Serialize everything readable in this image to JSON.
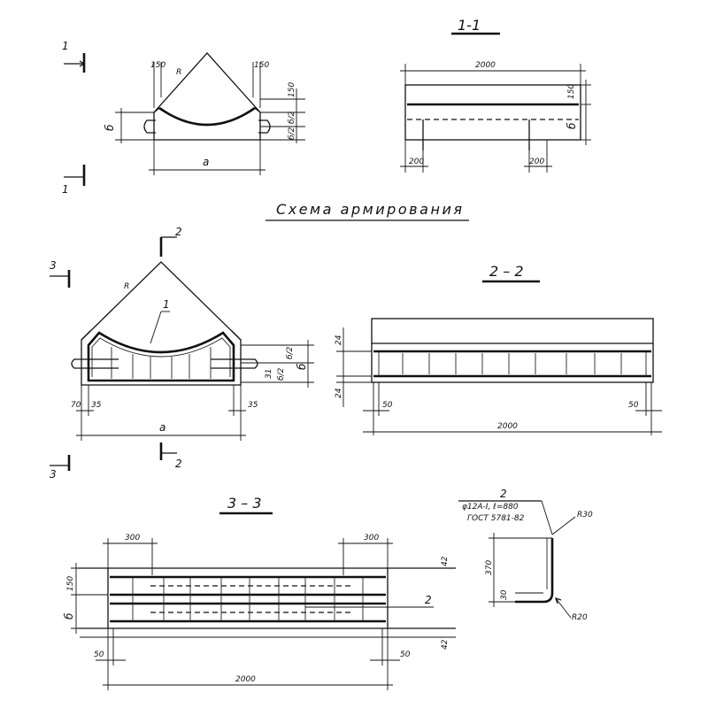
{
  "title": "Схема армирования",
  "panel_top_left": {
    "cut_label": "1",
    "dims": {
      "left_offset": "150",
      "right_offset": "150",
      "right_height": "150",
      "half_b_upper": "б/2",
      "half_b_lower": "б/2",
      "b": "б",
      "a": "а",
      "r": "R"
    }
  },
  "section_1_1": {
    "title": "1-1",
    "dims": {
      "length": "2000",
      "top": "150",
      "b": "б",
      "foot_left": "200",
      "foot_right": "200"
    }
  },
  "panel_mid_left": {
    "cut_2": "2",
    "cut_3": "3",
    "callout": "1",
    "dims": {
      "r": "R",
      "half_b_upper": "б/2",
      "half_b_lower": "б/2",
      "b": "б",
      "left_a": "70",
      "left_b": "35",
      "right_a": "35",
      "a": "а",
      "small": "31"
    }
  },
  "section_2_2": {
    "title": "2 – 2",
    "dims": {
      "top": "24",
      "bottom": "24",
      "left": "50",
      "right": "50",
      "length": "2000"
    }
  },
  "section_3_3": {
    "title": "3 – 3",
    "callout": "2",
    "dims": {
      "left_top": "300",
      "right_top": "300",
      "left_h": "150",
      "b": "б",
      "right_top_h": "42",
      "right_bottom_h": "42",
      "left_bottom": "50",
      "right_bottom": "50",
      "length": "2000"
    }
  },
  "detail_2": {
    "number": "2",
    "spec_line1": "φ12А-I, ℓ=880",
    "spec_line2": "ГОСТ 5781-82",
    "radius_top": "R30",
    "radius_bottom": "R20",
    "height": "370",
    "small": "30"
  }
}
